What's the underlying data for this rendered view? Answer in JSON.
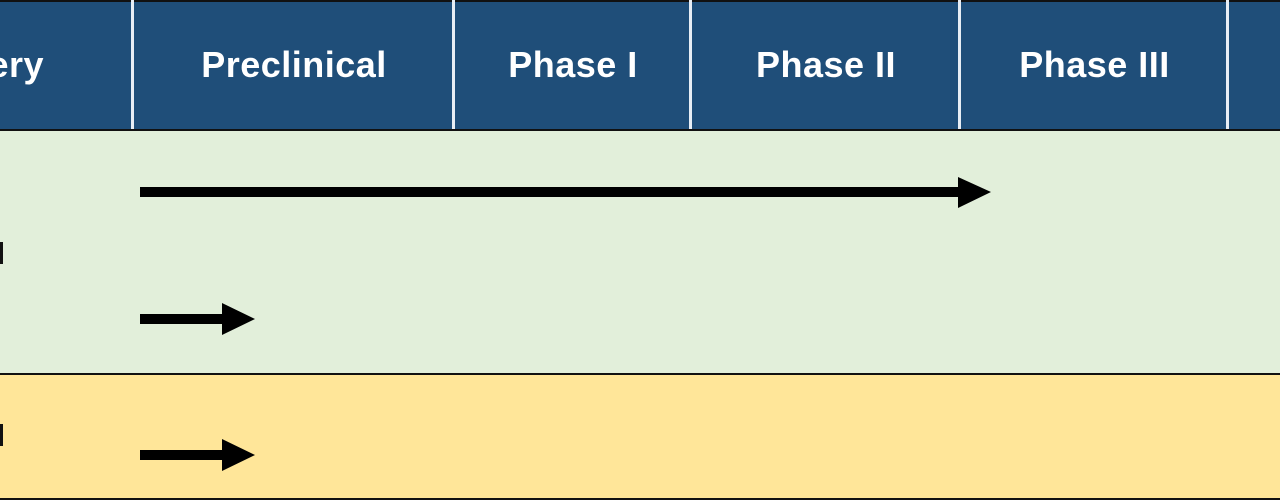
{
  "header": {
    "columns": [
      {
        "label": "ery"
      },
      {
        "label": "Preclinical"
      },
      {
        "label": "Phase I"
      },
      {
        "label": "Phase II"
      },
      {
        "label": "Phase III"
      },
      {
        "label": ""
      }
    ]
  },
  "colors": {
    "header_bg": "#1f4e79",
    "green_band": "#e2efda",
    "yellow_band": "#ffe699",
    "arrow": "#000000"
  },
  "rows": [
    {
      "band": "green",
      "progress_to": "Phase III"
    },
    {
      "band": "green",
      "progress_to": "Preclinical"
    },
    {
      "band": "yellow",
      "progress_to": "Preclinical"
    }
  ]
}
